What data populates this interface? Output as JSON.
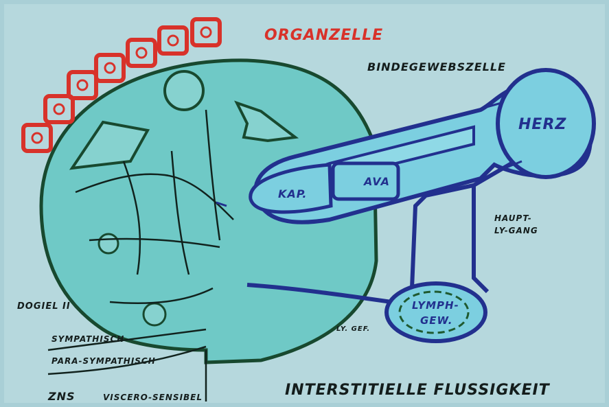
{
  "colors": {
    "background": "#a9cfd6",
    "interstitial": "#6fc9c6",
    "organ_cells": "#d8322a",
    "vessels": "#22308e",
    "outline": "#18492f"
  },
  "labels": {
    "organzelle": "ORGANZELLE",
    "bindegewebszelle": "BINDEGEWEBSZELLE",
    "herz": "HERZ",
    "kap": "KAP.",
    "ava": "AVA",
    "haupt_ly_gang_1": "HAUPT-",
    "haupt_ly_gang_2": "LY-GANG",
    "lymph_gew_1": "LYMPH-",
    "lymph_gew_2": "GEW.",
    "ly_gef": "LY. GEF.",
    "dogiel": "DOGIEL II",
    "sympathisch": "SYMPATHISCH",
    "para_sympathisch": "PARA-SYMPATHISCH",
    "zns": "ZNS",
    "viscero_sensibel": "VISCERO-SENSIBEL",
    "interstitielle": "INTERSTITIELLE FLUSSIGKEIT"
  }
}
